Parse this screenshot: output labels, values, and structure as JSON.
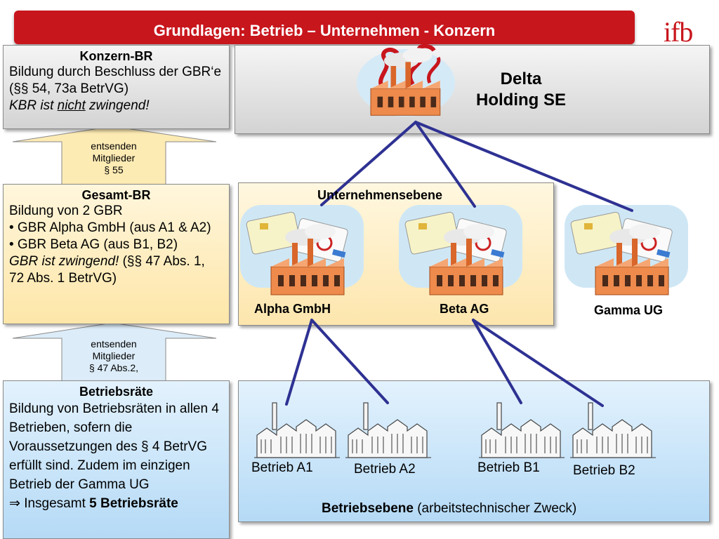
{
  "header": {
    "title": "Grundlagen: Betrieb – Unternehmen - Konzern",
    "logo_text": "ifb",
    "brand_color": "#c8161d"
  },
  "left": {
    "kbr": {
      "heading": "Konzern-BR",
      "line1": "Bildung durch Beschluss der GBR‘e (§§ 54, 73a BetrVG)",
      "italic_pre": "KBR ist ",
      "italic_underlined": "nicht",
      "italic_post": " zwingend!"
    },
    "arrow1": {
      "line1": "entsenden",
      "line2": "Mitglieder",
      "line3": "§ 55"
    },
    "gbr": {
      "heading": "Gesamt-BR",
      "line1": "Bildung von 2 GBR",
      "bullet1": "• GBR Alpha GmbH  (aus A1 & A2)",
      "bullet2": "• GBR Beta AG (aus B1, B2)",
      "italic": "GBR ist zwingend!",
      "tail": " (§§ 47 Abs. 1, 72 Abs. 1 BetrVG)"
    },
    "arrow2": {
      "line1": "entsenden",
      "line2": "Mitglieder",
      "line3": "§ 47 Abs.2,"
    },
    "br": {
      "heading": "Betriebsräte",
      "body": "Bildung von Betriebsräten in allen 4 Betrieben, sofern die Voraussetzungen des § 4 BetrVG erfüllt sind. Zudem im einzigen Betrieb der Gamma UG",
      "arrow_symbol": "⇒",
      "summary_pre": " Insgesamt ",
      "summary_bold": "5 Betriebsräte"
    }
  },
  "holding": {
    "line1": "Delta",
    "line2": "Holding SE"
  },
  "companies": {
    "level_label": "Unternehmensebene",
    "alpha": "Alpha GmbH",
    "beta": "Beta AG",
    "gamma": "Gamma UG"
  },
  "plants": {
    "a1": "Betrieb A1",
    "a2": "Betrieb A2",
    "b1": "Betrieb B1",
    "b2": "Betrieb B2",
    "level_bold": "Betriebsebene",
    "level_rest": " (arbeitstechnischer Zweck)"
  },
  "colors": {
    "connector": "#2e3192",
    "panel_gray": "#d9d9d9",
    "panel_yellow": "#fde9b0",
    "panel_blue": "#c5e3f8"
  }
}
